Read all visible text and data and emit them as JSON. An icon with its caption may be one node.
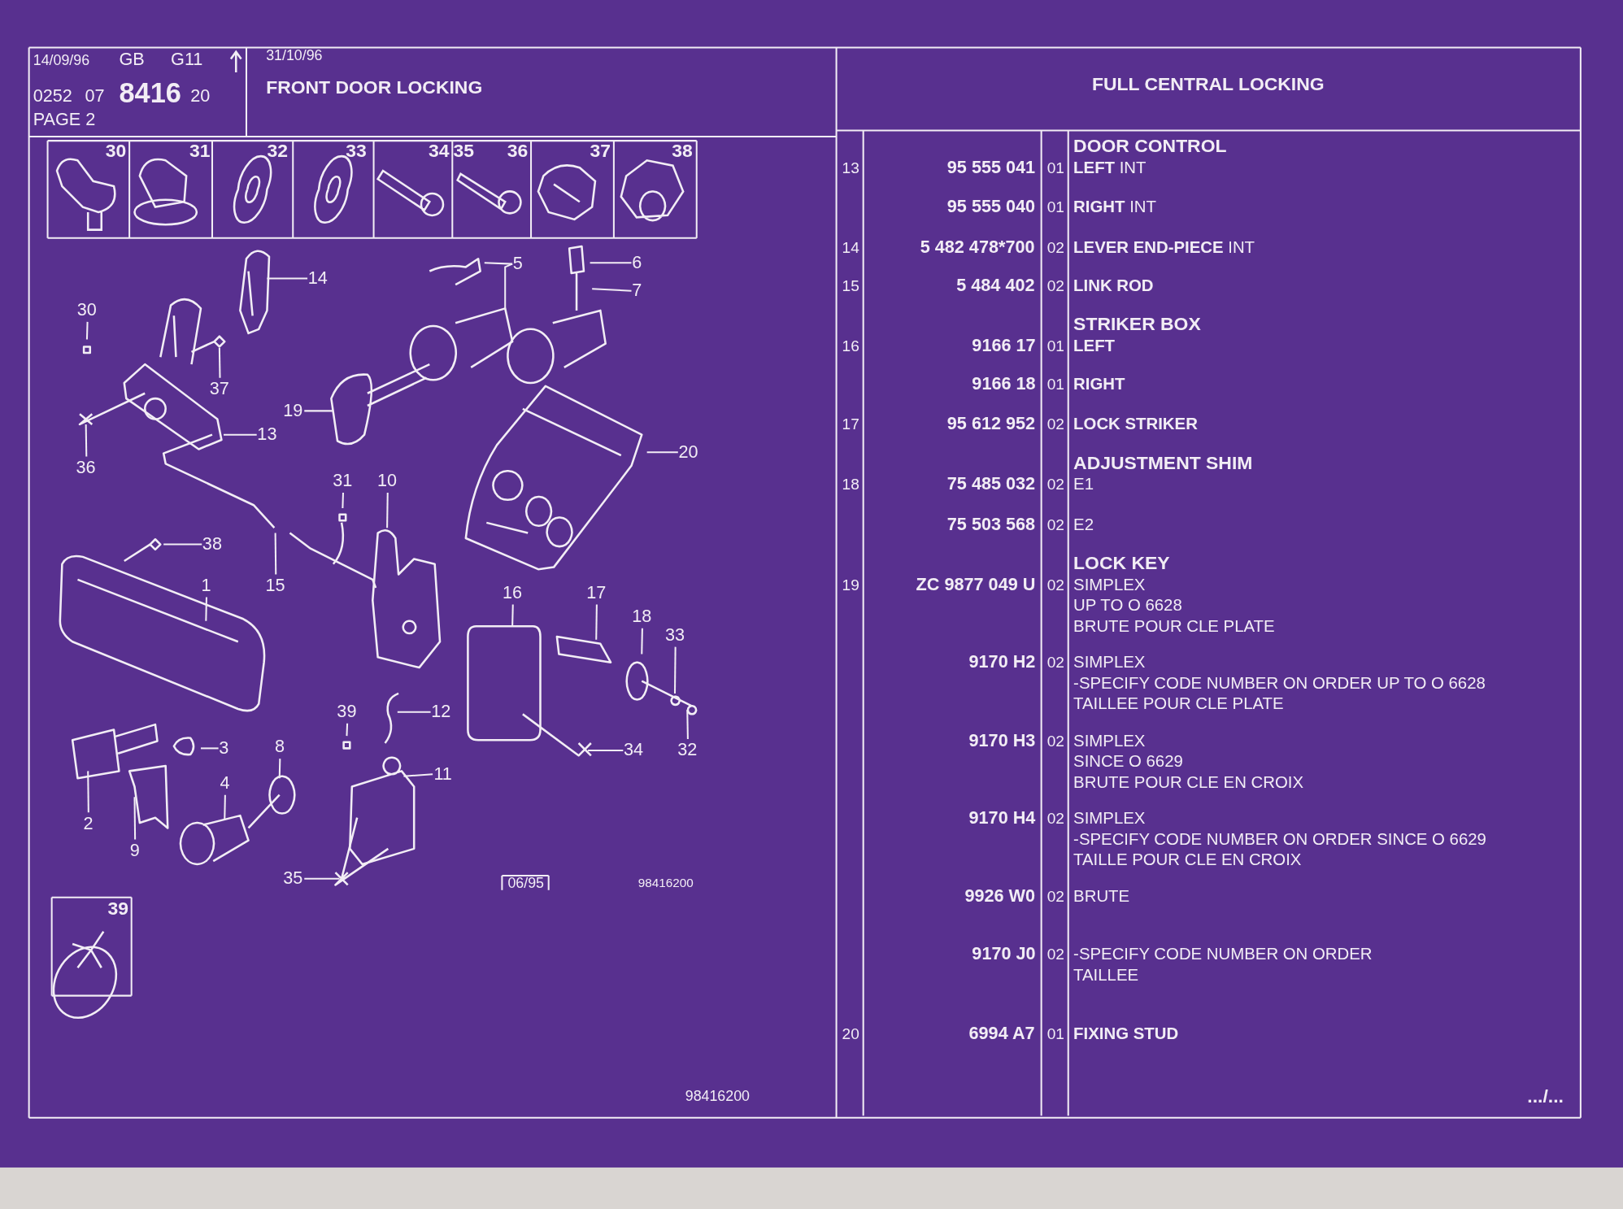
{
  "diagram": {
    "title": "FRONT DOOR LOCKING",
    "nodes": [
      {
        "text": [
          "14"
        ]
      },
      {
        "text": [
          "5"
        ]
      },
      {
        "text": [
          "6"
        ]
      },
      {
        "text": [
          "7"
        ]
      },
      {
        "text": [
          "30"
        ]
      },
      {
        "text": [
          "37"
        ]
      },
      {
        "text": [
          "19"
        ]
      },
      {
        "text": [
          "13"
        ]
      },
      {
        "text": [
          "36"
        ]
      },
      {
        "text": [
          "20"
        ]
      },
      {
        "text": [
          "31"
        ]
      },
      {
        "text": [
          "10"
        ]
      },
      {
        "text": [
          "38"
        ]
      },
      {
        "text": [
          "15"
        ]
      },
      {
        "text": [
          "1"
        ]
      },
      {
        "text": [
          "16"
        ]
      },
      {
        "text": [
          "17"
        ]
      },
      {
        "text": [
          "18"
        ]
      },
      {
        "text": [
          "33"
        ]
      },
      {
        "text": [
          "39"
        ]
      },
      {
        "text": [
          "12"
        ]
      },
      {
        "text": [
          "2"
        ]
      },
      {
        "text": [
          "3"
        ]
      },
      {
        "text": [
          "8"
        ]
      },
      {
        "text": [
          "4"
        ]
      },
      {
        "text": [
          "9"
        ]
      },
      {
        "text": [
          "11"
        ]
      },
      {
        "text": [
          "34"
        ]
      },
      {
        "text": [
          "32"
        ]
      },
      {
        "text": [
          "35"
        ]
      }
    ],
    "edges": [
      {
        "from": 0,
        "to": null,
        "arrow": "none"
      },
      {
        "from": 1,
        "to": null,
        "arrow": "none"
      },
      {
        "from": 1,
        "to": null,
        "arrow": "none"
      },
      {
        "from": 2,
        "to": null,
        "arrow": "none"
      },
      {
        "from": 3,
        "to": null,
        "arrow": "none"
      },
      {
        "from": 4,
        "to": null,
        "arrow": "none"
      },
      {
        "from": 5,
        "to": null,
        "arrow": "none"
      },
      {
        "from": 6,
        "to": null,
        "arrow": "none"
      },
      {
        "from": 7,
        "to": null,
        "arrow": "none"
      },
      {
        "from": 8,
        "to": null,
        "arrow": "none"
      },
      {
        "from": 9,
        "to": null,
        "arrow": "none"
      },
      {
        "from": 10,
        "to": null,
        "arrow": "none"
      },
      {
        "from": 11,
        "to": null,
        "arrow": "none"
      },
      {
        "from": 12,
        "to": null,
        "arrow": "none"
      },
      {
        "from": 13,
        "to": null,
        "arrow": "none"
      },
      {
        "from": 14,
        "to": null,
        "arrow": "none"
      },
      {
        "from": 15,
        "to": null,
        "arrow": "none"
      },
      {
        "from": 16,
        "to": null,
        "arrow": "none"
      },
      {
        "from": 17,
        "to": null,
        "arrow": "none"
      },
      {
        "from": 18,
        "to": null,
        "arrow": "none"
      },
      {
        "from": 19,
        "to": null,
        "arrow": "none"
      },
      {
        "from": 20,
        "to": null,
        "arrow": "none"
      },
      {
        "from": 21,
        "to": null,
        "arrow": "none"
      },
      {
        "from": 22,
        "to": null,
        "arrow": "none"
      },
      {
        "from": 23,
        "to": null,
        "arrow": "none"
      },
      {
        "from": 24,
        "to": null,
        "arrow": "none"
      },
      {
        "from": 25,
        "to": null,
        "arrow": "none"
      },
      {
        "from": 26,
        "to": null,
        "arrow": "none"
      },
      {
        "from": 27,
        "to": null,
        "arrow": "none"
      },
      {
        "from": 28,
        "to": null,
        "arrow": "none"
      },
      {
        "from": 29,
        "to": null,
        "arrow": "none"
      }
    ],
    "labels": [
      "14/09/96",
      "GB",
      "G11",
      "0252",
      "07",
      "8416",
      "20",
      "PAGE 2",
      "31/10/96",
      "FULL CENTRAL LOCKING",
      "30",
      "31",
      "32",
      "33",
      "34",
      "35",
      "36",
      "37",
      "38",
      "39",
      "DOOR CONTROL",
      "13",
      "95 555 041",
      "01",
      "**LEFT** INT",
      "95 555 040",
      "01",
      "**RIGHT** INT",
      "14",
      "5 482 478*700",
      "02",
      "**LEVER END-PIECE** INT",
      "15",
      "5 484 402",
      "02",
      "LINK ROD",
      "STRIKER BOX",
      "16",
      "9166 17",
      "01",
      "LEFT",
      "9166 18",
      "01",
      "RIGHT",
      "17",
      "95 612 952",
      "02",
      "LOCK STRIKER",
      "ADJUSTMENT SHIM",
      "18",
      "75 485 032",
      "02",
      "E1",
      "75 503 568",
      "02",
      "E2",
      "LOCK KEY",
      "19",
      "ZC 9877 049 U",
      "02",
      "SIMPLEX",
      "UP TO O 6628",
      "BRUTE POUR CLE PLATE",
      "9170 H2",
      "02",
      "SIMPLEX",
      "-SPECIFY CODE NUMBER ON ORDER UP TO O 6628",
      "TAILLEE POUR CLE PLATE",
      "9170 H3",
      "02",
      "SIMPLEX",
      "SINCE O 6629",
      "BRUTE POUR CLE EN CROIX",
      "9170 H4",
      "02",
      "SIMPLEX",
      "-SPECIFY CODE NUMBER ON ORDER SINCE O 6629",
      "TAILLE POUR CLE EN CROIX",
      "9926 W0",
      "02",
      "BRUTE",
      "9170 J0",
      "02",
      "-SPECIFY CODE NUMBER ON ORDER",
      "TAILLEE",
      "20",
      "6994 A7",
      "01",
      "FIXING STUD",
      "06/95",
      "98416200",
      "98416200",
      ".../..."
    ]
  }
}
